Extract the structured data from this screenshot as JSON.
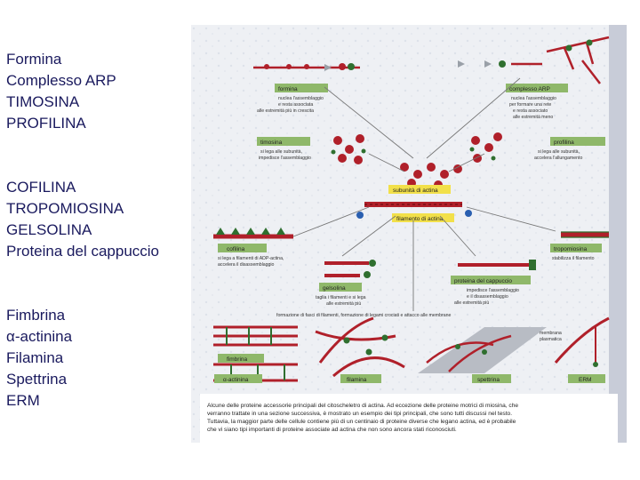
{
  "left_groups": [
    {
      "items": [
        "Formina",
        "Complesso ARP",
        "TIMOSINA",
        "PROFILINA"
      ]
    },
    {
      "items": [
        "COFILINA",
        "TROPOMIOSINA",
        "GELSOLINA",
        "Proteina del cappuccio"
      ]
    },
    {
      "items": [
        "Fimbrina",
        "α-actinina",
        "Filamina",
        "Spettrina",
        "ERM"
      ]
    }
  ],
  "figure": {
    "formina": {
      "label": "formina",
      "desc1": "nuclea l'assemblaggio",
      "desc2": "e resta associata",
      "desc3": "alle estremità più in crescita"
    },
    "arp": {
      "label": "complesso ARP",
      "desc1": "nuclea l'assemblaggio",
      "desc2": "per formare una rete",
      "desc3": "e resta associato",
      "desc4": "alle estremità meno"
    },
    "timosina": {
      "label": "timosina",
      "desc1": "si lega alle subunità,",
      "desc2": "impedisce l'assemblaggio"
    },
    "profilina": {
      "label": "profilina",
      "desc1": "si lega alle subunità,",
      "desc2": "accelera l'allungamento"
    },
    "subunita": {
      "label": "subunità di actina"
    },
    "filamento": {
      "label": "filamento di actina"
    },
    "cofilina": {
      "label": "cofilina",
      "desc1": "si lega a filamenti di ADP-actina,",
      "desc2": "accelera il disassemblaggio"
    },
    "tropomiosina": {
      "label": "tropomiosina",
      "desc1": "stabilizza il filamento"
    },
    "gelsolina": {
      "label": "gelsolina",
      "desc1": "taglia i filamenti e si lega",
      "desc2": "alle estremità più"
    },
    "cappuccio": {
      "label": "proteina del cappuccio",
      "desc1": "impedisce l'assemblaggio",
      "desc2": "e il disassemblaggio",
      "desc3": "alle estremità più"
    },
    "bundle_header": "formazione di fasci di filamenti, formazione di legami crociati e attacco alle membrane",
    "fimbrina": {
      "label": "fimbrina"
    },
    "actinina": {
      "label": "α-actinina"
    },
    "filamina": {
      "label": "filamina"
    },
    "spettrina": {
      "label": "spettrina"
    },
    "erm": {
      "label": "ERM"
    },
    "membrana": {
      "line1": "membrana",
      "line2": "plasmatica"
    },
    "caption": [
      "Alcune delle proteine accessorie principali del citoscheletro di actina. Ad eccezione delle proteine motrici di miosina, che",
      "verranno trattate in una sezione successiva, è mostrato un esempio dei tipi principali, che sono tutti discussi nel testo.",
      "Tuttavia, la maggior parte delle cellule contiene più di un centinaio di proteine diverse che legano actina, ed è probabile",
      "che vi siano tipi importanti di proteine associate ad actina che non sono ancora stati riconosciuti."
    ]
  },
  "colors": {
    "text": "#1a1a5e",
    "actin": "#b0202a",
    "label_box": "#8fb86a",
    "accent": "#2f6f2f"
  }
}
